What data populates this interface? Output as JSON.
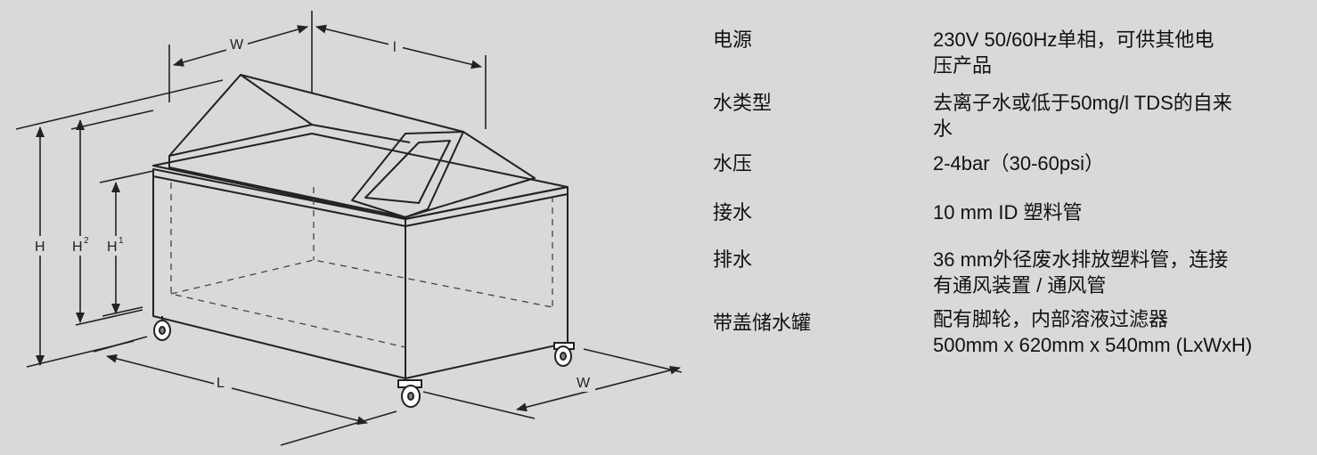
{
  "diagram": {
    "labels": {
      "w_top": "W",
      "l_top": "l",
      "h": "H",
      "h2": "H",
      "h2_sup": "2",
      "h1": "H",
      "h1_sup": "1",
      "l_bottom": "L",
      "w_bottom": "W"
    },
    "colors": {
      "background": "#d8d9db",
      "line": "#222222"
    }
  },
  "specs": [
    {
      "label": "电源",
      "value_lines": [
        "230V 50/60Hz单相，可供其他电",
        "压产品"
      ]
    },
    {
      "label": "水类型",
      "value_lines": [
        "去离子水或低于50mg/l TDS的自来",
        "水"
      ]
    },
    {
      "label": "水压",
      "value_lines": [
        "2-4bar（30-60psi）"
      ]
    },
    {
      "label": "接水",
      "value_lines": [
        "10 mm ID 塑料管"
      ]
    },
    {
      "label": "排水",
      "value_lines": [
        "36 mm外径废水排放塑料管，连接",
        "有通风装置 / 通风管"
      ]
    },
    {
      "label": "带盖储水罐",
      "value_lines": [
        "配有脚轮，内部溶液过滤器",
        "500mm x 620mm x 540mm (LxWxH)"
      ]
    }
  ]
}
